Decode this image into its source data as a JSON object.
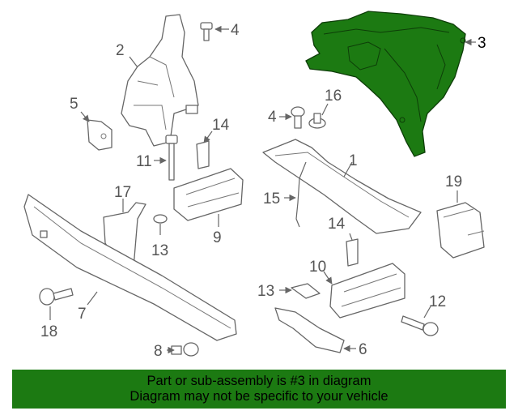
{
  "diagram": {
    "highlight_color": "#1c7a12",
    "callouts": {
      "c1": "1",
      "c2": "2",
      "c3": "3",
      "c4a": "4",
      "c4b": "4",
      "c5": "5",
      "c6": "6",
      "c7": "7",
      "c8": "8",
      "c9": "9",
      "c10": "10",
      "c11": "11",
      "c12": "12",
      "c13a": "13",
      "c13b": "13",
      "c14a": "14",
      "c14b": "14",
      "c15": "15",
      "c16": "16",
      "c17": "17",
      "c18": "18",
      "c19": "19"
    }
  },
  "banner": {
    "line1": "Part or sub-assembly is #3 in diagram",
    "line2": "Diagram may not be specific to your vehicle"
  }
}
